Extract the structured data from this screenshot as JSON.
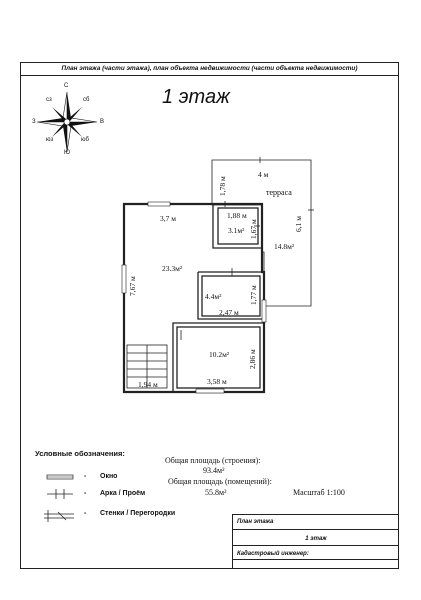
{
  "header": {
    "title": "План этажа (части этажа), план объекта недвижимости (части объекта недвижимости)"
  },
  "floor_title": "1 этаж",
  "compass": {
    "n": "С",
    "ne": "сб",
    "e": "В",
    "se": "юб",
    "s": "Ю",
    "sw": "юз",
    "w": "З",
    "nw": "сз"
  },
  "rooms": {
    "terrace": {
      "label": "терраса",
      "width": "4 м",
      "left": "1,78 м",
      "right": "6,1 м",
      "area": "14.8м²"
    },
    "main": {
      "width": "3,7 м",
      "height": "7,67 м",
      "area": "23.3м²"
    },
    "bath": {
      "width": "1,88 м",
      "height": "1,67 м",
      "area": "3.1м²"
    },
    "room2": {
      "area": "4.4м²",
      "width": "2,47 м",
      "height": "1,77 м"
    },
    "room3": {
      "area": "10.2м²",
      "width": "3,58 м",
      "height": "2,86 м"
    },
    "stairs": {
      "width": "1,94 м"
    }
  },
  "legend": {
    "title": "Условные обозначения:",
    "items": [
      {
        "dash": "-",
        "label": "Окно"
      },
      {
        "dash": "-",
        "label": "Арка / Проём"
      },
      {
        "dash": "-",
        "label": "Стенки / Перегородки"
      }
    ]
  },
  "totals": {
    "building_label": "Общая площадь (строения):",
    "building_value": "93.4м²",
    "rooms_label": "Общая площадь (помещений):",
    "rooms_value": "55.8м²",
    "scale": "Масштаб 1:100"
  },
  "stamp": {
    "row1": "План этажа",
    "row2": "1 этаж",
    "row3": "Кадастровый инженер:"
  }
}
